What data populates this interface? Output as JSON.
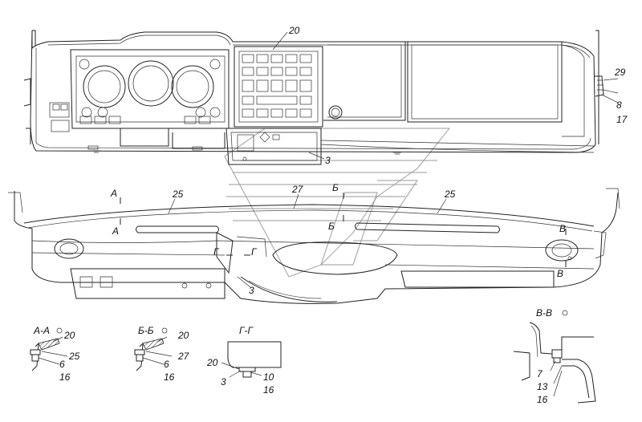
{
  "callouts": {
    "top_20": "20",
    "top_3": "3",
    "right_29": "29",
    "right_8": "8",
    "right_17": "17",
    "mid_25_left": "25",
    "mid_27": "27",
    "mid_25_right": "25",
    "mid_3": "3"
  },
  "section_marks": {
    "a_top": "А",
    "a_bottom": "А",
    "b_top": "Б",
    "b_bottom": "Б",
    "v_top": "В",
    "v_bottom": "В",
    "g_left": "Г",
    "g_right": "Г"
  },
  "details": {
    "aa": {
      "title": "А-А",
      "parts": [
        "20",
        "25",
        "6",
        "16"
      ]
    },
    "bb": {
      "title": "Б-Б",
      "parts": [
        "20",
        "27",
        "6",
        "16"
      ]
    },
    "gg": {
      "title": "Г-Г",
      "parts": [
        "20",
        "10",
        "3",
        "16"
      ]
    },
    "vv": {
      "title": "В-В",
      "parts": [
        "7",
        "13",
        "16"
      ]
    }
  }
}
